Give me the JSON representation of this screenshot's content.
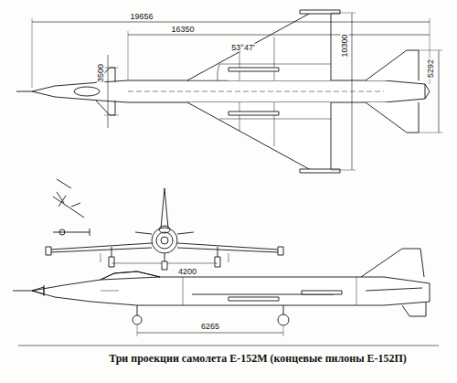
{
  "diagram": {
    "caption": "Три проекции самолета Е-152М (концевые пилоны Е-152П)",
    "labels": [
      "19656",
      "16350",
      "53°47'",
      "3500",
      "10300",
      "5292",
      "4200",
      "6265"
    ]
  }
}
